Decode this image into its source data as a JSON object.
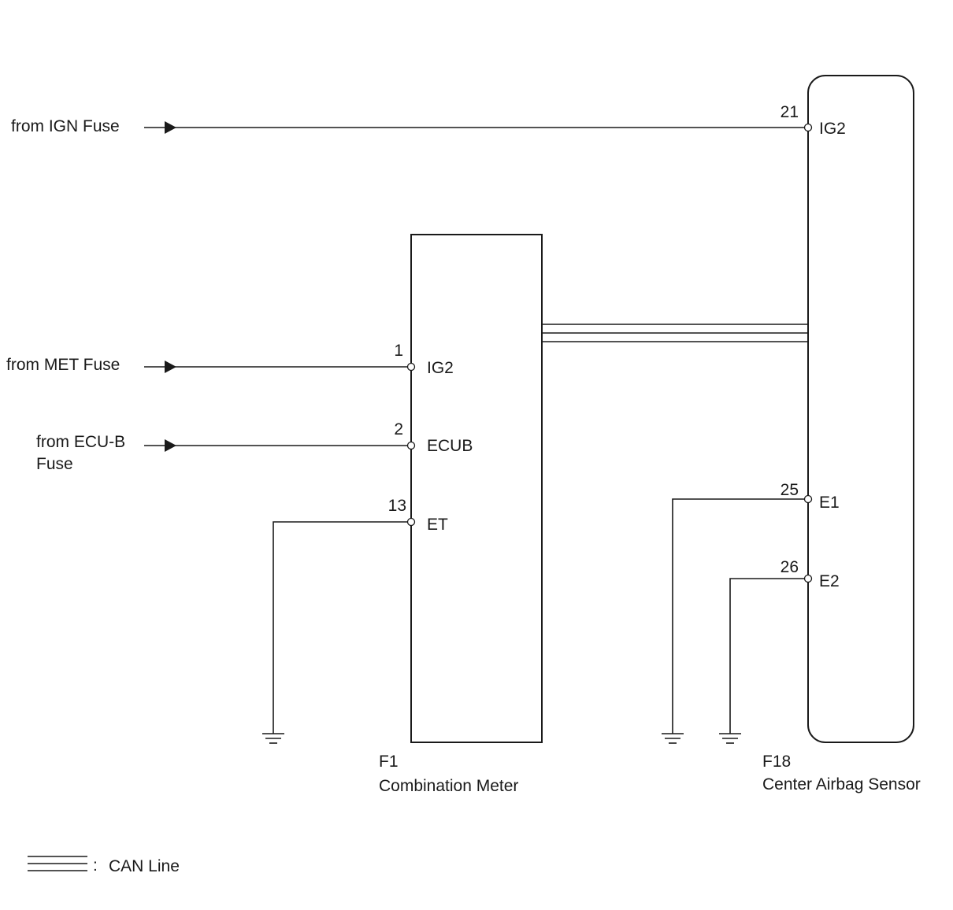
{
  "sources": {
    "ign": "from IGN Fuse",
    "met": "from MET Fuse",
    "ecub_line1": "from ECU-B",
    "ecub_line2": "Fuse"
  },
  "combination_meter": {
    "code": "F1",
    "name": "Combination Meter",
    "pins": [
      {
        "num": "1",
        "name": "IG2"
      },
      {
        "num": "2",
        "name": "ECUB"
      },
      {
        "num": "13",
        "name": "ET"
      }
    ]
  },
  "airbag_sensor": {
    "code": "F18",
    "name": "Center Airbag Sensor",
    "pins": [
      {
        "num": "21",
        "name": "IG2"
      },
      {
        "num": "25",
        "name": "E1"
      },
      {
        "num": "26",
        "name": "E2"
      }
    ]
  },
  "legend": {
    "separator": ":",
    "label": "CAN Line"
  }
}
